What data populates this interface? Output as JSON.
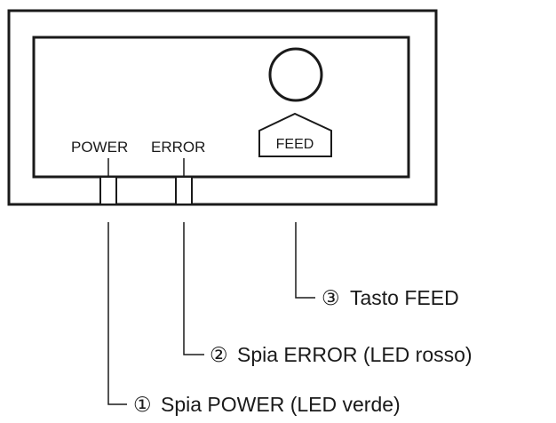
{
  "panel": {
    "power_label": "POWER",
    "error_label": "ERROR",
    "feed_button_label": "FEED"
  },
  "callouts": [
    {
      "marker": "③",
      "text": "Tasto FEED"
    },
    {
      "marker": "②",
      "text": "Spia ERROR (LED rosso)"
    },
    {
      "marker": "①",
      "text": "Spia POWER (LED verde)"
    }
  ]
}
